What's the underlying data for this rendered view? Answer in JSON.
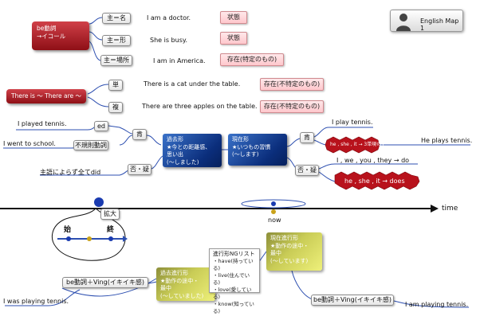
{
  "title_badge": {
    "label": "English Map 1"
  },
  "be_verb": {
    "title": "be動詞",
    "subtitle": "→イコール"
  },
  "be_rows": [
    {
      "node": "主＝名",
      "sentence": "I am a doctor.",
      "tag": "状態"
    },
    {
      "node": "主＝形",
      "sentence": "She is busy.",
      "tag": "状態"
    },
    {
      "node": "主＝場所",
      "sentence": "I am in America.",
      "tag": "存在(特定のもの)"
    }
  ],
  "there_is": {
    "label": "There is ～ There are ～"
  },
  "there_rows": [
    {
      "node": "単",
      "sentence": "There is a cat under the table.",
      "tag": "存在(不特定のもの)"
    },
    {
      "node": "複",
      "sentence": "There are three apples on the table.",
      "tag": "存在(不特定のもの)"
    }
  ],
  "past": {
    "title": "過去形",
    "lines": [
      "★今との距離感、",
      "思い出",
      "(～しました)"
    ],
    "affirm": "肯",
    "neg": "否・疑",
    "ed": "ed",
    "irregular": "不規則動詞",
    "ex1": "I played tennis.",
    "ex2": "I went to school.",
    "did": "主語によらず全てdid"
  },
  "present": {
    "title": "現在形",
    "lines": [
      "★いつもの習慣",
      "(～します)"
    ],
    "affirm": "肯",
    "neg": "否・疑",
    "ex1": "I play tennis.",
    "third": "he , she , it → 3単現のs",
    "ex2": "He plays tennis.",
    "do_line": "I , we , you , they → do",
    "does_line": "he , she , it →  does"
  },
  "timeline": {
    "time": "time",
    "now": "now",
    "zoom": "拡大",
    "start": "始",
    "end": "終"
  },
  "past_prog": {
    "title": "過去進行形",
    "lines": [
      "★動作の途中・",
      "最中",
      "(～していました)"
    ],
    "formula": "be動詞＋Ving(イキイキ感)",
    "example": "I was playing tennis."
  },
  "ng_list": {
    "title": "進行形NGリスト",
    "items": [
      "・have(持っている)",
      "・live(住んでいる)",
      "・love(愛している)",
      "・know(知っている)"
    ]
  },
  "pres_prog": {
    "title": "現在進行形",
    "lines": [
      "★動作の途中・",
      "最中",
      "(～しています)"
    ],
    "formula": "be動詞＋Ving(イキイキ感)",
    "example": "I am playing tennis."
  },
  "colors": {
    "red": "#b02028",
    "blue": "#0b2e7c",
    "green": "#c9cc56",
    "line": "#2d4fb0"
  }
}
